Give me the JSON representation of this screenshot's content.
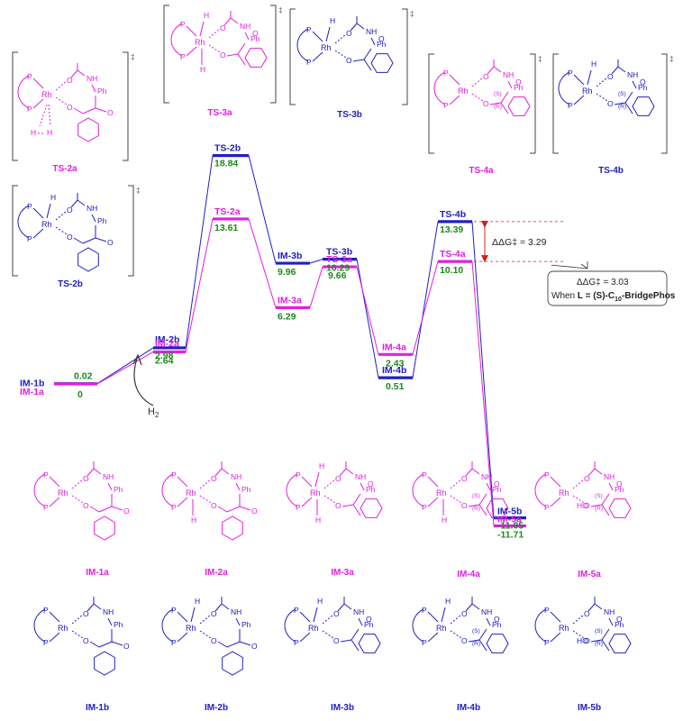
{
  "colors": {
    "pink": "#e020e0",
    "blue": "#2020c0",
    "green": "#1a8a1a",
    "red": "#cc2020",
    "black": "#222222"
  },
  "energy_levels": [
    {
      "id": "im1b",
      "label": "IM-1b",
      "value": "0.02",
      "series": "b",
      "val": 0.02
    },
    {
      "id": "im1a",
      "label": "IM-1a",
      "value": "0",
      "series": "a",
      "val": 0
    },
    {
      "id": "im2b",
      "label": "IM-2b",
      "value": "2.98",
      "series": "b",
      "val": 2.98
    },
    {
      "id": "im2a",
      "label": "IM-2a",
      "value": "2.64",
      "series": "a",
      "val": 2.64
    },
    {
      "id": "ts2b",
      "label": "TS-2b",
      "value": "18.84",
      "series": "b",
      "val": 18.84
    },
    {
      "id": "ts2a",
      "label": "TS-2a",
      "value": "13.61",
      "series": "a",
      "val": 13.61
    },
    {
      "id": "im3b",
      "label": "IM-3b",
      "value": "9.96",
      "series": "b",
      "val": 9.96
    },
    {
      "id": "im3a",
      "label": "IM-3a",
      "value": "6.29",
      "series": "a",
      "val": 6.29
    },
    {
      "id": "ts3b",
      "label": "TS-3b",
      "value": "10.29",
      "series": "b",
      "val": 10.29
    },
    {
      "id": "ts3a",
      "label": "TS-3a",
      "value": "9.66",
      "series": "a",
      "val": 9.66
    },
    {
      "id": "im4a",
      "label": "IM-4a",
      "value": "2.43",
      "series": "a",
      "val": 2.43
    },
    {
      "id": "im4b",
      "label": "IM-4b",
      "value": "0.51",
      "series": "b",
      "val": 0.51
    },
    {
      "id": "ts4b",
      "label": "TS-4b",
      "value": "13.39",
      "series": "b",
      "val": 13.39
    },
    {
      "id": "ts4a",
      "label": "TS-4a",
      "value": "10.10",
      "series": "a",
      "val": 10.1
    },
    {
      "id": "im5b",
      "label": "IM-5b",
      "value": "-11.05",
      "series": "b",
      "val": -11.05
    },
    {
      "id": "im5a",
      "label": "IM-5a",
      "value": "-11.71",
      "series": "a",
      "val": -11.71
    }
  ],
  "h2_label": "H",
  "h2_sub": "2",
  "ddg_label": "ΔΔG‡ = 3.29",
  "note": {
    "line1": "ΔΔG‡ = 3.03",
    "line2_prefix": "When ",
    "line2_bold": "L = (S)-C",
    "line2_sub": "10",
    "line2_suffix": "-BridgePhos"
  },
  "ts_structures": [
    {
      "id": "ts2a",
      "caption": "TS-2a",
      "series": "a"
    },
    {
      "id": "ts3a",
      "caption": "TS-3a",
      "series": "a"
    },
    {
      "id": "ts3b",
      "caption": "TS-3b",
      "series": "b"
    },
    {
      "id": "ts4a",
      "caption": "TS-4a",
      "series": "a"
    },
    {
      "id": "ts4b",
      "caption": "TS-4b",
      "series": "b"
    },
    {
      "id": "ts2b",
      "caption": "TS-2b",
      "series": "b"
    }
  ],
  "dagger": "‡",
  "im_structures": [
    {
      "id": "im1a",
      "caption": "IM-1a",
      "series": "a"
    },
    {
      "id": "im2a",
      "caption": "IM-2a",
      "series": "a"
    },
    {
      "id": "im3a",
      "caption": "IM-3a",
      "series": "a"
    },
    {
      "id": "im4a",
      "caption": "IM-4a",
      "series": "a"
    },
    {
      "id": "im5a",
      "caption": "IM-5a",
      "series": "a"
    },
    {
      "id": "im1b",
      "caption": "IM-1b",
      "series": "b"
    },
    {
      "id": "im2b",
      "caption": "IM-2b",
      "series": "b"
    },
    {
      "id": "im3b",
      "caption": "IM-3b",
      "series": "b"
    },
    {
      "id": "im4b",
      "caption": "IM-4b",
      "series": "b"
    },
    {
      "id": "im5b",
      "caption": "IM-5b",
      "series": "b"
    }
  ],
  "atoms": {
    "rh": "Rh",
    "p": "P",
    "o": "O",
    "nh": "NH",
    "n": "N",
    "h": "H",
    "ph": "Ph",
    "ho": "HO",
    "s": "(S)",
    "r": "(R)"
  }
}
